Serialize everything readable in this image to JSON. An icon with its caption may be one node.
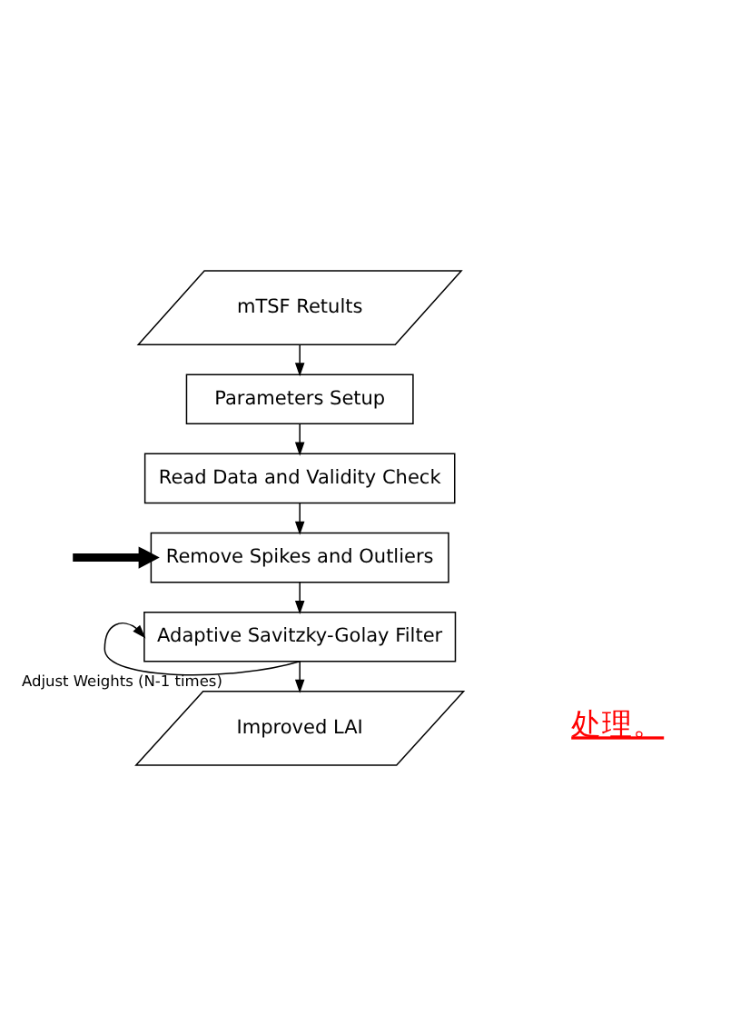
{
  "diagram": {
    "nodes": [
      {
        "text": [
          "mTSF Retults"
        ]
      },
      {
        "text": [
          "Parameters Setup"
        ]
      },
      {
        "text": [
          "Read Data and Validity Check"
        ]
      },
      {
        "text": [
          "Remove Spikes and Outliers"
        ]
      },
      {
        "text": [
          "Adaptive Savitzky-Golay Filter"
        ]
      },
      {
        "text": [
          "Improved LAI"
        ]
      }
    ],
    "edges": [
      {
        "from": 0,
        "to": 1,
        "arrow": "to"
      },
      {
        "from": 1,
        "to": 2,
        "arrow": "to"
      },
      {
        "from": 2,
        "to": 3,
        "arrow": "to"
      },
      {
        "from": 3,
        "to": 4,
        "arrow": "to"
      },
      {
        "from": 4,
        "to": 4,
        "arrow": "to",
        "label": "Adjust Weights (N-1 times)"
      },
      {
        "from": 4,
        "to": 5,
        "arrow": "to"
      },
      {
        "from": null,
        "to": 3,
        "arrow": "to",
        "style": "thick"
      }
    ],
    "labels": [
      "处理。"
    ]
  }
}
